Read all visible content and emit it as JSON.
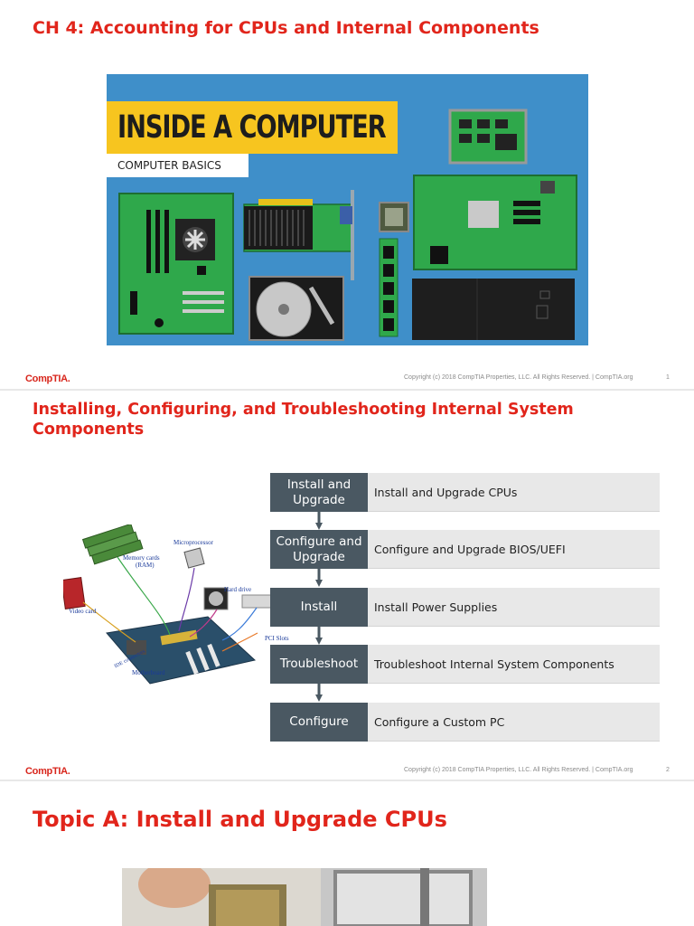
{
  "slide1": {
    "title": "CH 4: Accounting for CPUs and Internal Components",
    "image": {
      "banner_text": "INSIDE A COMPUTER",
      "subtitle_text": "COMPUTER BASICS",
      "colors": {
        "background": "#3f8fc9",
        "banner": "#f7c51f",
        "board": "#2aa84a"
      }
    },
    "footer": {
      "logo": "CompTIA.",
      "copyright": "Copyright (c) 2018 CompTIA Properties, LLC. All Rights Reserved.  |  CompTIA.org",
      "page": "1"
    }
  },
  "slide2": {
    "title_line1": "Installing, Configuring, and Troubleshooting Internal System",
    "title_line2": "Components",
    "diagram_labels": {
      "memory": "Memory cards",
      "memory_sub": "(RAM)",
      "microprocessor": "Microprocessor",
      "hard_drive": "Hard drive",
      "video_card": "Video card",
      "pci_slots": "PCI Slots",
      "motherboard": "Motherboard",
      "ide": "IDE connectors"
    },
    "flow": [
      {
        "step_line1": "Install and",
        "step_line2": "Upgrade",
        "description": "Install and Upgrade CPUs"
      },
      {
        "step_line1": "Configure and",
        "step_line2": "Upgrade",
        "description": "Configure and Upgrade BIOS/UEFI"
      },
      {
        "step_line1": "Install",
        "step_line2": "",
        "description": "Install Power Supplies"
      },
      {
        "step_line1": "Troubleshoot",
        "step_line2": "",
        "description": "Troubleshoot Internal System Components"
      },
      {
        "step_line1": "Configure",
        "step_line2": "",
        "description": "Configure a Custom PC"
      }
    ],
    "footer": {
      "logo": "CompTIA.",
      "copyright": "Copyright (c) 2018 CompTIA Properties, LLC. All Rights Reserved.  |  CompTIA.org",
      "page": "2"
    }
  },
  "slide3": {
    "title": "Topic A: Install and Upgrade CPUs"
  },
  "colors": {
    "accent_red": "#e1251b",
    "flow_box": "#4a5862",
    "flow_desc": "#e8e8e8"
  }
}
